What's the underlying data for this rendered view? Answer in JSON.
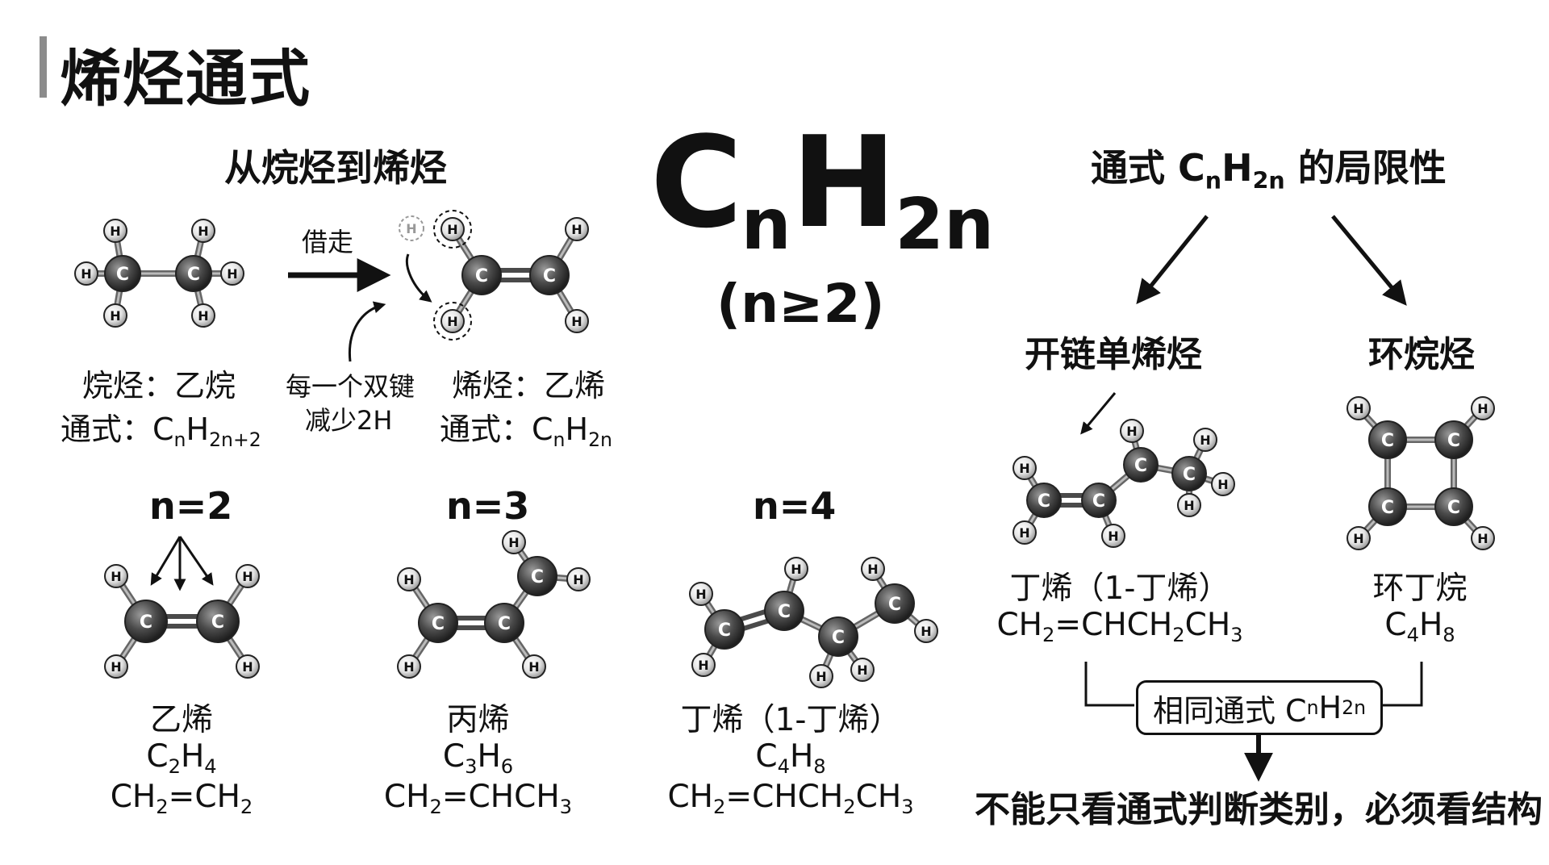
{
  "page": {
    "title": "烯烃通式"
  },
  "section_left": {
    "heading": "从烷烃到烯烃",
    "alkane_caption": "烷烃：乙烷",
    "alkane_formula_prefix": "通式：C",
    "alkane_formula_n": "n",
    "alkane_formula_h": "H",
    "alkane_formula_sub": "2n+2",
    "borrow_label": "借走",
    "note_line1": "每一个双键",
    "note_line2": "减少2H",
    "alkene_caption": "烯烃：乙烯",
    "alkene_formula_prefix": "通式：C",
    "alkene_formula_n": "n",
    "alkene_formula_h": "H",
    "alkene_formula_sub": "2n"
  },
  "center": {
    "formula_c": "C",
    "formula_n": "n",
    "formula_h": "H",
    "formula_2n": "2n",
    "condition": "(n≥2)"
  },
  "examples": [
    {
      "n_label": "n=2",
      "name": "乙烯",
      "c": "C",
      "c_sub": "2",
      "h": "H",
      "h_sub": "4",
      "structural": "CH<sub>2</sub>=CH<sub>2</sub>"
    },
    {
      "n_label": "n=3",
      "name": "丙烯",
      "c": "C",
      "c_sub": "3",
      "h": "H",
      "h_sub": "6",
      "structural": "CH<sub>2</sub>=CHCH<sub>3</sub>"
    },
    {
      "n_label": "n=4",
      "name": "丁烯（1-丁烯）",
      "c": "C",
      "c_sub": "4",
      "h": "H",
      "h_sub": "8",
      "structural": "CH<sub>2</sub>=CHCH<sub>2</sub>CH<sub>3</sub>"
    }
  ],
  "section_right": {
    "heading_prefix": "通式 C",
    "heading_n": "n",
    "heading_h": "H",
    "heading_2n": "2n",
    "heading_suffix": " 的局限性",
    "branch_left": "开链单烯烃",
    "branch_right": "环烷烃",
    "left_name": "丁烯（1-丁烯）",
    "left_structural": "CH<sub>2</sub>=CHCH<sub>2</sub>CH<sub>3</sub>",
    "right_name": "环丁烷",
    "right_c": "C",
    "right_c_sub": "4",
    "right_h": "H",
    "right_h_sub": "8",
    "same_prefix": "相同通式 C",
    "same_n": "n",
    "same_h": "H",
    "same_2n": "2n",
    "conclusion": "不能只看通式判断类别，必须看结构"
  },
  "atoms": {
    "carbon": "C",
    "hydrogen": "H"
  },
  "colors": {
    "text": "#111111",
    "carbon": "#4a4a4a",
    "hydrogen": "#e6e6e6",
    "bond": "#555555",
    "accent_bar": "#8c8c8c"
  }
}
